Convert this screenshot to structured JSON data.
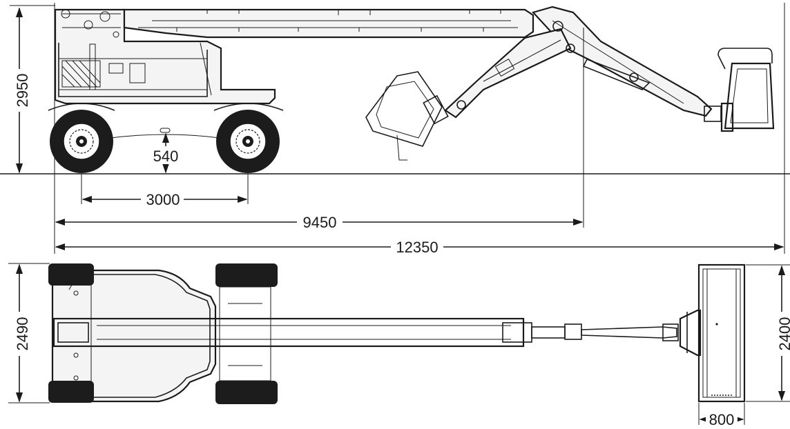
{
  "dimensions": {
    "height_total": "2950",
    "ground_clearance": "540",
    "wheelbase": "3000",
    "stowed_length": "9450",
    "max_outreach_length": "12350",
    "machine_width": "2490",
    "platform_length": "2400",
    "platform_width": "800"
  },
  "colors": {
    "line": "#1a1a1a",
    "background": "#ffffff",
    "tyre": "#1c1c1c"
  }
}
